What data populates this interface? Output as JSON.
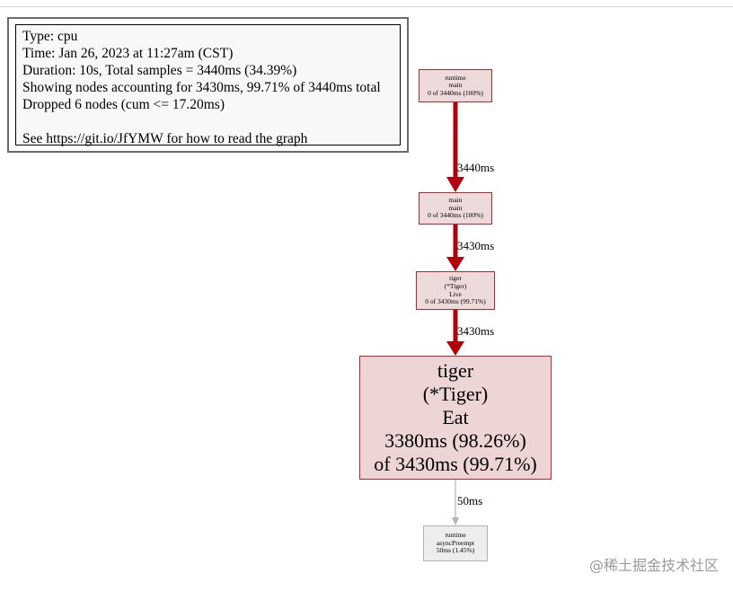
{
  "legend": {
    "type_line": "Type: cpu",
    "time_line": "Time: Jan 26, 2023 at 11:27am (CST)",
    "duration_line": "Duration: 10s, Total samples = 3440ms (34.39%)",
    "showing_line": "Showing nodes accounting for 3430ms, 99.71% of 3440ms total",
    "dropped_line": "Dropped 6 nodes (cum <= 17.20ms)",
    "help_line": "See https://git.io/JfYMW for how to read the graph"
  },
  "nodes": {
    "runtime_main": {
      "package": "runtime",
      "func": "main",
      "stats": "0 of 3440ms (100%)"
    },
    "main_main": {
      "package": "main",
      "func": "main",
      "stats": "0 of 3440ms (100%)"
    },
    "tiger_live": {
      "package": "tiger",
      "receiver": "(*Tiger)",
      "func": "Live",
      "stats": "0 of 3430ms (99.71%)"
    },
    "tiger_eat": {
      "package": "tiger",
      "receiver": "(*Tiger)",
      "func": "Eat",
      "flat": "3380ms (98.26%)",
      "cum": "of 3430ms (99.71%)"
    },
    "runtime_asyncpreempt": {
      "package": "runtime",
      "func": "asyncPreempt",
      "stats": "50ms (1.45%)"
    }
  },
  "edges": {
    "runtime_main_to_main_main": "3440ms",
    "main_main_to_tiger_live": "3430ms",
    "tiger_live_to_tiger_eat": "3430ms",
    "tiger_eat_to_asyncpreempt": "50ms"
  },
  "colors": {
    "hot_edge": "#b2000d",
    "cold_edge": "#b4b4b4",
    "hot_node_fill": "#eddada",
    "hot_node_border": "#b2292c",
    "cold_node_fill": "#ededec",
    "cold_node_border": "#b2b2b0"
  },
  "watermark": "@稀土掘金技术社区"
}
